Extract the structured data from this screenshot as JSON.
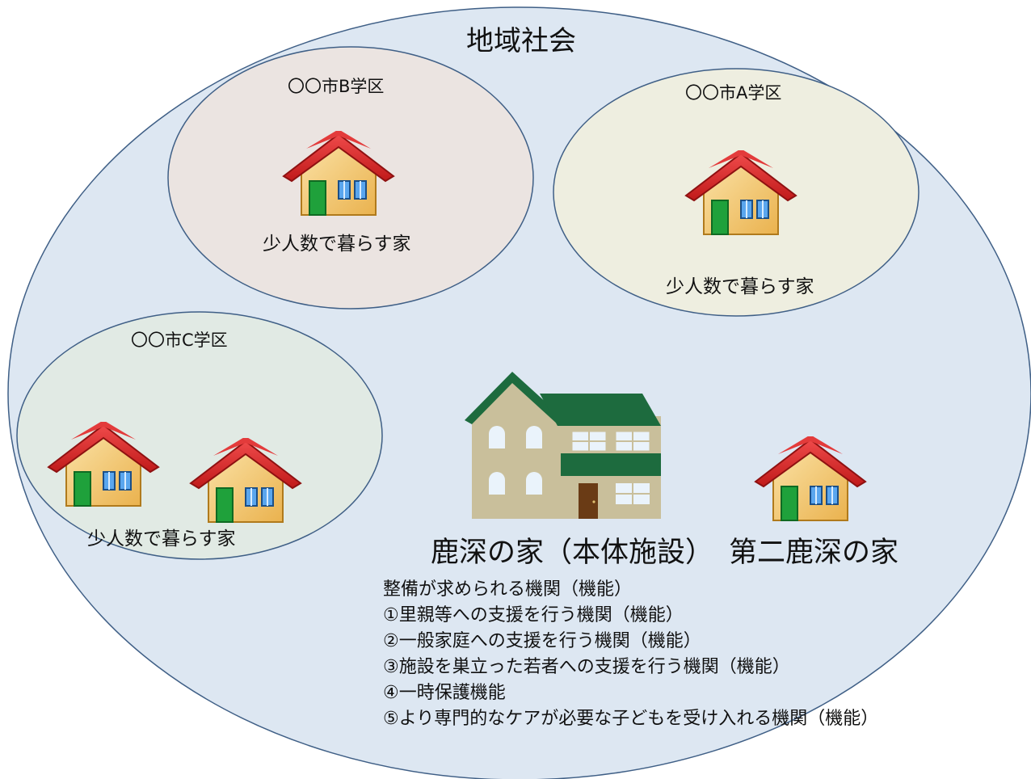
{
  "community": {
    "label": "地域社会"
  },
  "districts": {
    "b": {
      "label": "〇〇市B学区",
      "caption": "少人数で暮らす家"
    },
    "a": {
      "label": "〇〇市A学区",
      "caption": "少人数で暮らす家"
    },
    "c": {
      "label": "〇〇市C学区",
      "caption": "少人数で暮らす家"
    }
  },
  "main_facility": {
    "label": "鹿深の家（本体施設）"
  },
  "second_facility": {
    "label": "第二鹿深の家"
  },
  "functions": {
    "heading": "整備が求められる機関（機能）",
    "items": [
      "①里親等への支援を行う機関（機能）",
      "②一般家庭への支援を行う機関（機能）",
      "③施設を巣立った若者への支援を行う機関（機能）",
      "④一時保護機能",
      "⑤より専門的なケアが必要な子どもを受け入れる機関（機能）"
    ]
  },
  "colors": {
    "community_fill": "#dde7f2",
    "district_b_fill": "#ebe4e1",
    "district_a_fill": "#eeeee0",
    "district_c_fill": "#e1eae4",
    "outline": "#3f5f86",
    "roof_red": "#d92a2a",
    "roof_green": "#1d6b3e",
    "wall": "#f4c66a",
    "door": "#1fa13b",
    "window": "#5aa6ee"
  }
}
